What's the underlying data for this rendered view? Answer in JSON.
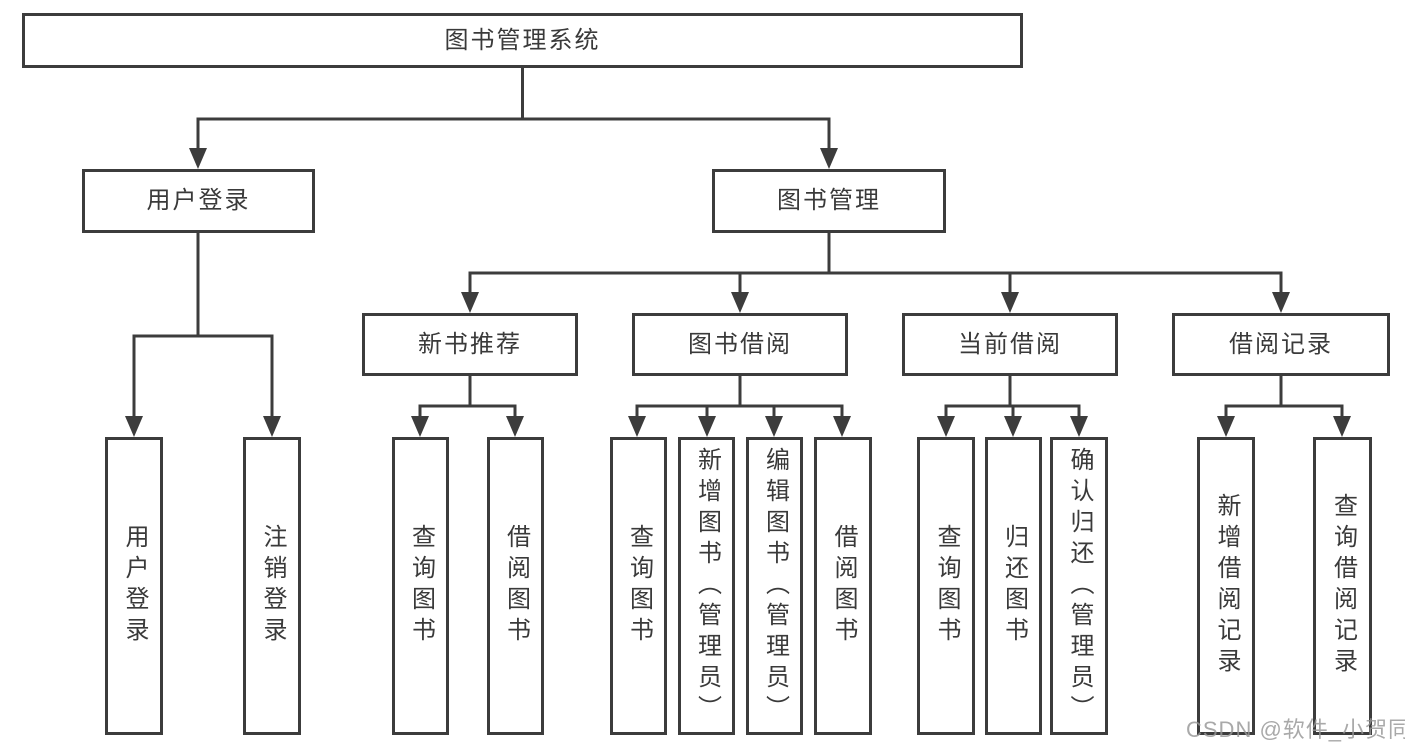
{
  "tree": {
    "root": "图书管理系统",
    "branches": [
      {
        "label": "用户登录",
        "children": [
          "用户登录",
          "注销登录"
        ]
      },
      {
        "label": "图书管理",
        "children": [
          {
            "label": "新书推荐",
            "children": [
              "查询图书",
              "借阅图书"
            ]
          },
          {
            "label": "图书借阅",
            "children": [
              "查询图书",
              "新增图书（管理员）",
              "编辑图书（管理员）",
              "借阅图书"
            ]
          },
          {
            "label": "当前借阅",
            "children": [
              "查询图书",
              "归还图书",
              "确认归还（管理员）"
            ]
          },
          {
            "label": "借阅记录",
            "children": [
              "新增借阅记录",
              "查询借阅记录"
            ]
          }
        ]
      }
    ]
  },
  "watermark": "CSDN @软件_小贺同学",
  "colors": {
    "line": "#3c3c3c",
    "text": "#3a3a3a",
    "watermark": "#969696",
    "background": "#ffffff"
  }
}
